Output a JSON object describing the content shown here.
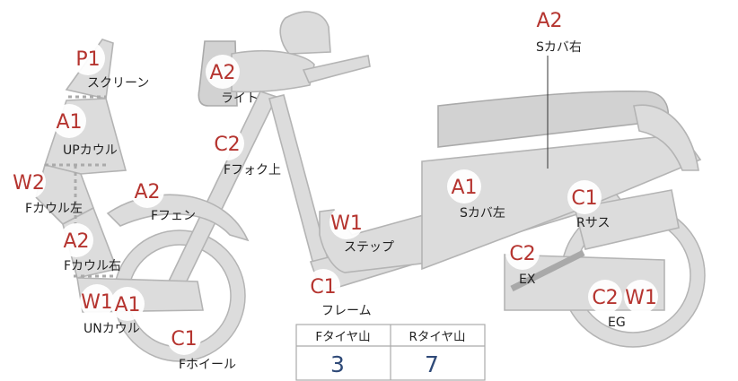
{
  "parts": [
    {
      "id": "screen",
      "grade": "P1",
      "label": "スクリーン"
    },
    {
      "id": "up-cowl",
      "grade": "A1",
      "label": "UPカウル"
    },
    {
      "id": "f-cowl-left",
      "grade": "W2",
      "label": "Fカウル左"
    },
    {
      "id": "f-cowl-right",
      "grade": "A2",
      "label": "Fカウル右"
    },
    {
      "id": "un-cowl",
      "grade": "W1",
      "grade_extra": "A1",
      "label": "UNカウル"
    },
    {
      "id": "f-wheel",
      "grade": "C1",
      "label": "Fホイール"
    },
    {
      "id": "light",
      "grade": "A2",
      "label": "ライト"
    },
    {
      "id": "f-fork-upper",
      "grade": "C2",
      "label": "Fフォク上"
    },
    {
      "id": "f-fender",
      "grade": "A2",
      "label": "Fフェン"
    },
    {
      "id": "step",
      "grade": "W1",
      "label": "ステップ"
    },
    {
      "id": "frame",
      "grade": "C1",
      "label": "フレーム"
    },
    {
      "id": "s-cover-left",
      "grade": "A1",
      "label": "Sカバ左"
    },
    {
      "id": "s-cover-right",
      "grade": "A2",
      "label": "Sカバ右"
    },
    {
      "id": "r-sus",
      "grade": "C1",
      "label": "Rサス"
    },
    {
      "id": "ex",
      "grade": "C2",
      "label": "EX"
    },
    {
      "id": "eg",
      "grade": "C2",
      "grade_extra": "W1",
      "label": "EG"
    }
  ],
  "tread_table": {
    "headers": [
      "Fタイヤ山",
      "Rタイヤ山"
    ],
    "values": [
      "3",
      "7"
    ]
  },
  "colors": {
    "grade_text": "#b5342f",
    "part_fill": "#dcdcdc",
    "tread_value": "#2f4a78"
  }
}
